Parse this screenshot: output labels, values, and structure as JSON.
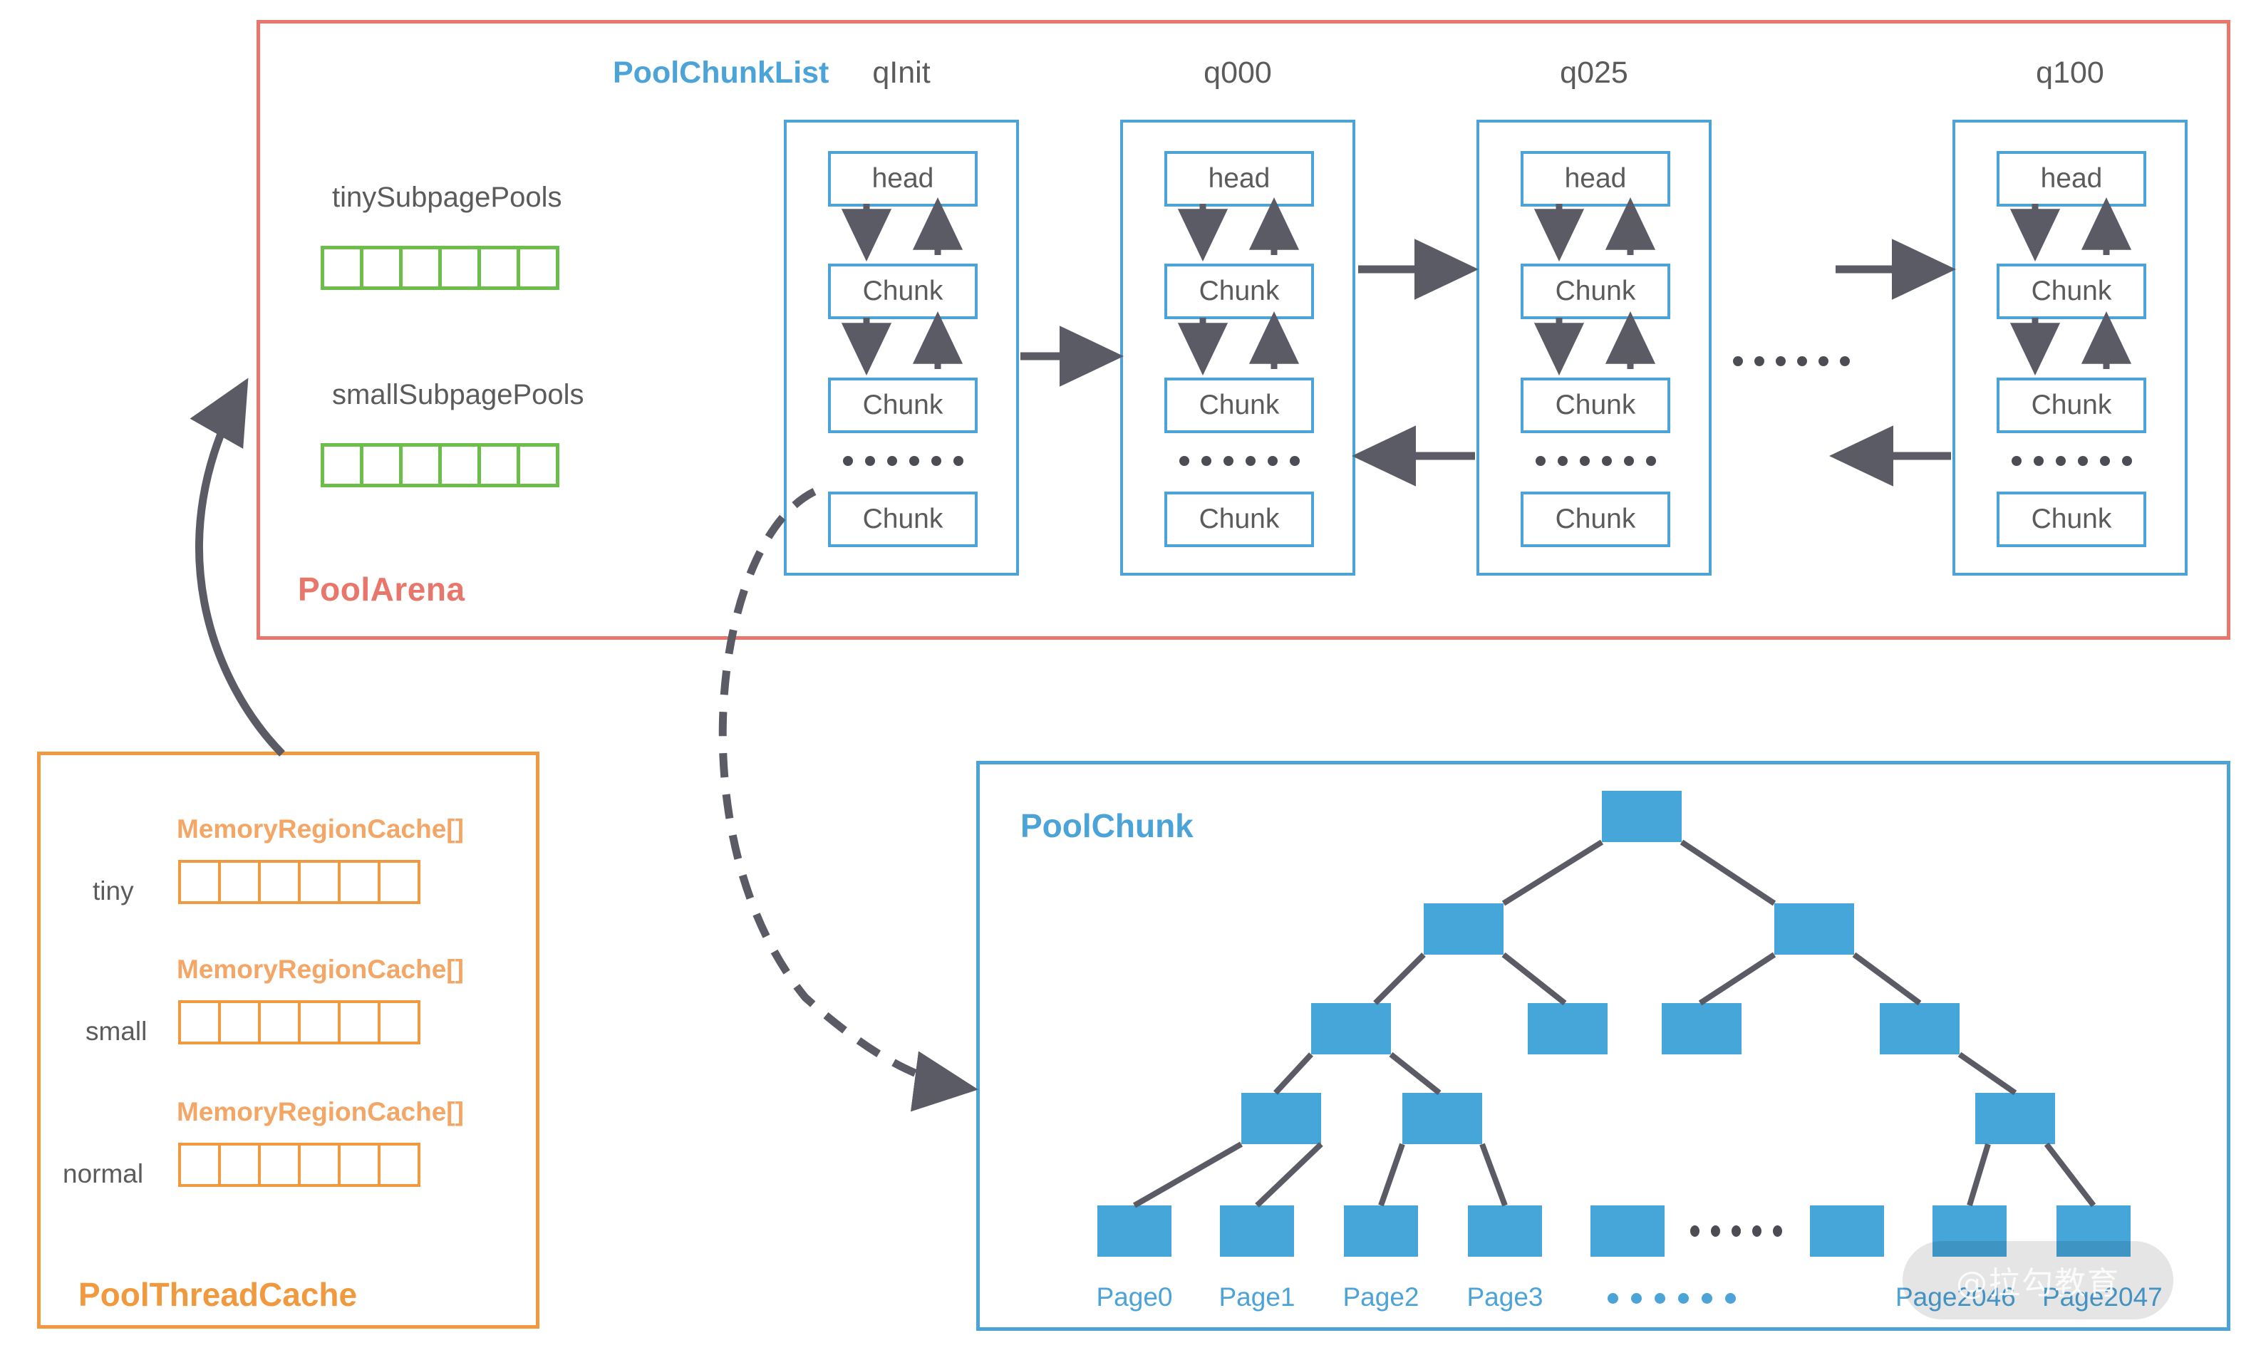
{
  "pool_arena": {
    "title": "PoolArena",
    "border_color": "#e8766a",
    "poolchunklist_label": "PoolChunkList",
    "subpage_pools": [
      {
        "name": "tinySubpagePools",
        "cells": 6,
        "color": "#6cbe4a"
      },
      {
        "name": "smallSubpagePools",
        "cells": 6,
        "color": "#6cbe4a"
      }
    ],
    "chunk_lists": [
      {
        "title": "qInit",
        "nodes": [
          "head",
          "Chunk",
          "Chunk",
          "Chunk"
        ],
        "ellipsis": "• • • • • •"
      },
      {
        "title": "q000",
        "nodes": [
          "head",
          "Chunk",
          "Chunk",
          "Chunk"
        ],
        "ellipsis": "• • • • • •"
      },
      {
        "title": "q025",
        "nodes": [
          "head",
          "Chunk",
          "Chunk",
          "Chunk"
        ],
        "ellipsis": "• • • • • •"
      },
      {
        "title": "q100",
        "nodes": [
          "head",
          "Chunk",
          "Chunk",
          "Chunk"
        ],
        "ellipsis": "• • • • • •"
      }
    ],
    "between_lists_ellipsis": "• • • • • •"
  },
  "pool_thread_cache": {
    "title": "PoolThreadCache",
    "border_color": "#f0993f",
    "array_label": "MemoryRegionCache[]",
    "rows": [
      {
        "label": "tiny",
        "array_label": "MemoryRegionCache[]",
        "cells": 6
      },
      {
        "label": "small",
        "array_label": "MemoryRegionCache[]",
        "cells": 6
      },
      {
        "label": "normal",
        "array_label": "MemoryRegionCache[]",
        "cells": 6
      }
    ]
  },
  "pool_chunk": {
    "title": "PoolChunk",
    "border_color": "#4ba3d8",
    "node_color": "#46a6da",
    "page_labels": [
      "Page0",
      "Page1",
      "Page2",
      "Page3",
      "Page2046",
      "Page2047"
    ],
    "page_ellipsis": "• • • • • •",
    "leaf_ellipsis": "• • • • • •"
  },
  "watermark": {
    "text": "@拉勾教育"
  },
  "colors": {
    "arena_red": "#e8766a",
    "accent_blue": "#4ba3d8",
    "green": "#6cbe4a",
    "orange": "#f0993f",
    "orange_light": "#f3a665",
    "arrow_gray": "#5b5b66",
    "text_gray": "#5b5b5b"
  }
}
